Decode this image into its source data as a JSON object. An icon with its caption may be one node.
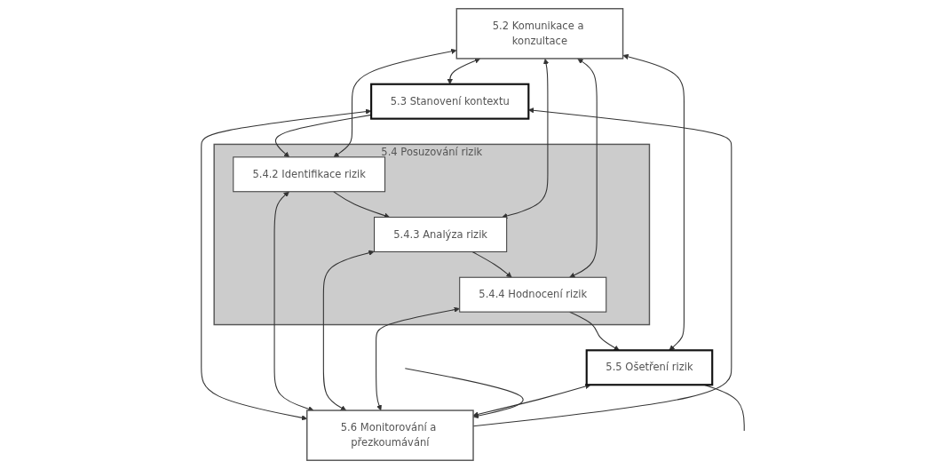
{
  "diagram": {
    "nodes": [
      {
        "text": [
          "5.2 Komunikace a konzultace"
        ]
      },
      {
        "text": [
          "5.3 Stanovení kontextu"
        ]
      },
      {
        "text": [
          "5.4 Posuzování rizik"
        ]
      },
      {
        "text": [
          "5.4.2 Identifikace rizik"
        ],
        "in": 2
      },
      {
        "text": [
          "5.4.3 Analýza rizik"
        ],
        "in": 2
      },
      {
        "text": [
          "5.4.4 Hodnocení rizik"
        ],
        "in": 2
      },
      {
        "text": [
          "5.5 Ošetření rizik"
        ]
      },
      {
        "text": [
          "5.6 Monitorování a přezkoumávání"
        ]
      }
    ],
    "edges": [
      {
        "from": 7,
        "to": 1,
        "arrow": "to"
      },
      {
        "from": 1,
        "to": 3,
        "arrow": "to"
      },
      {
        "from": 3,
        "to": 4,
        "arrow": "to"
      },
      {
        "from": 4,
        "to": 5,
        "arrow": "to"
      },
      {
        "from": 5,
        "to": 6,
        "arrow": "to"
      },
      {
        "from": 0,
        "to": 1,
        "arrow": "both"
      },
      {
        "from": 0,
        "to": 3,
        "arrow": "both"
      },
      {
        "from": 0,
        "to": 4,
        "arrow": "both"
      },
      {
        "from": 0,
        "to": 5,
        "arrow": "both"
      },
      {
        "from": 0,
        "to": 6,
        "arrow": "both"
      },
      {
        "from": 1,
        "to": 7,
        "arrow": "both"
      },
      {
        "from": 3,
        "to": 7,
        "arrow": "both"
      },
      {
        "from": 4,
        "to": 7,
        "arrow": "both"
      },
      {
        "from": 5,
        "to": 7,
        "arrow": "both"
      },
      {
        "from": 6,
        "to": 7,
        "arrow": "both"
      },
      {
        "from": 6,
        "to": null,
        "arrow": "none"
      },
      {
        "from": null,
        "to": 7,
        "arrow": "to"
      }
    ]
  }
}
